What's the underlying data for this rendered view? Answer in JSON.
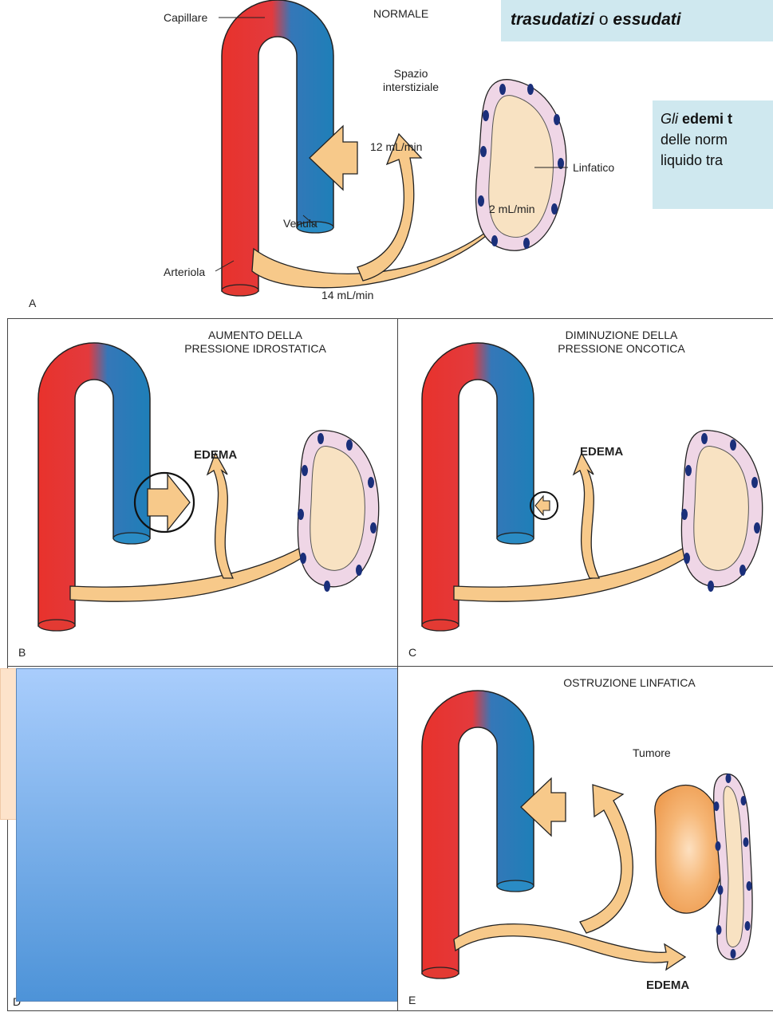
{
  "callouts": {
    "top_right": {
      "part1": "trasudatizi",
      "part2": " o ",
      "part3": "essudati"
    },
    "side_right": {
      "line1_italic": "Gli",
      "line1_bold": " edemi t",
      "line2": "delle norm",
      "line3": "liquido tra"
    }
  },
  "panel_a": {
    "letter": "A",
    "title": "NORMALE",
    "labels": {
      "capillare": "Capillare",
      "spazio": "Spazio\ninterstiziale",
      "linfatico": "Linfatico",
      "venula": "Venula",
      "arteriola": "Arteriola",
      "flow_venule": "12 mL/min",
      "flow_lymph": "2 mL/min",
      "flow_total": "14 mL/min"
    }
  },
  "panel_b": {
    "letter": "B",
    "title": "AUMENTO DELLA\nPRESSIONE IDROSTATICA",
    "edema": "EDEMA"
  },
  "panel_c": {
    "letter": "C",
    "title": "DIMINUZIONE DELLA\nPRESSIONE ONCOTICA",
    "edema": "EDEMA"
  },
  "panel_d": {
    "letter": "D"
  },
  "panel_e": {
    "letter": "E",
    "title": "OSTRUZIONE LINFATICA",
    "tumor": "Tumore",
    "edema": "EDEMA"
  },
  "colors": {
    "artery": "#e8322c",
    "vein": "#1e7fb8",
    "fluid": "#f7c98a",
    "lymph_wall": "#efd6e6",
    "lymph_inner": "#f8e2c2",
    "nucleus": "#1a2f7a",
    "tumor": "#f0a55c",
    "callout": "#cfe8ef",
    "overlay_top": "#a9cdfc",
    "overlay_bottom": "#4d93d8",
    "peach": "#fde3cb"
  }
}
